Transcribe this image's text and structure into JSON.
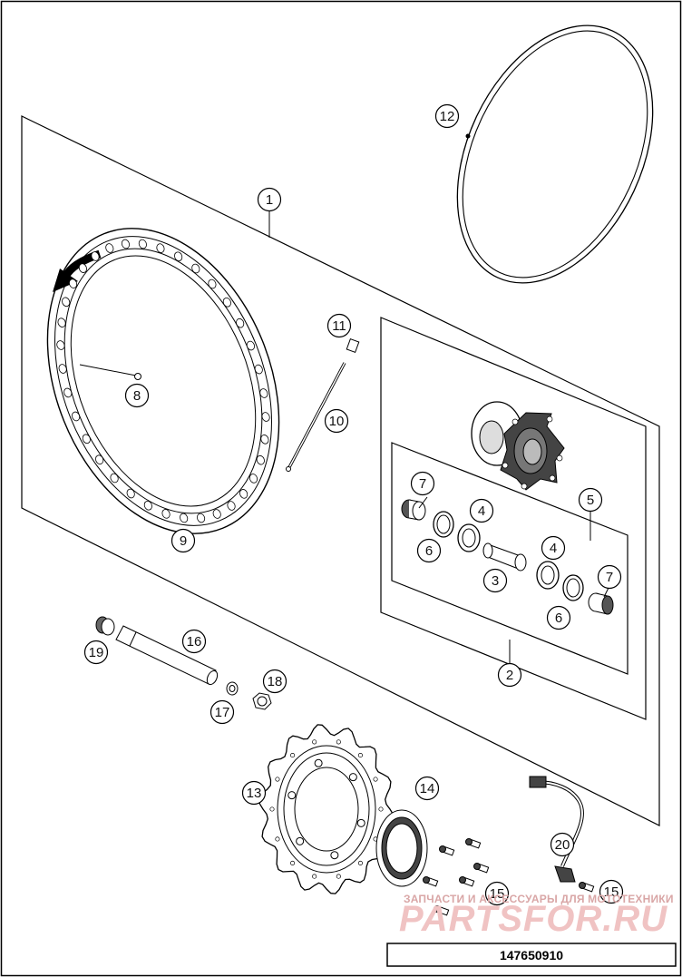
{
  "callouts": {
    "c1": "1",
    "c2": "2",
    "c3": "3",
    "c4a": "4",
    "c4b": "4",
    "c5": "5",
    "c6a": "6",
    "c6b": "6",
    "c7a": "7",
    "c7b": "7",
    "c8": "8",
    "c9": "9",
    "c10": "10",
    "c11": "11",
    "c12": "12",
    "c13": "13",
    "c14": "14",
    "c15a": "15",
    "c15b": "15",
    "c16": "16",
    "c17": "17",
    "c18": "18",
    "c19": "19",
    "c20": "20"
  },
  "watermark": {
    "tagline": "ЗАПЧАСТИ И АКСЕССУАРЫ ДЛЯ МОТОТЕХНИКИ",
    "brand": "PARTSFOR.RU"
  },
  "reference_number": "147650910",
  "colors": {
    "line": "#000000",
    "watermark": "#f0c3c3",
    "part_dark": "#333333"
  }
}
